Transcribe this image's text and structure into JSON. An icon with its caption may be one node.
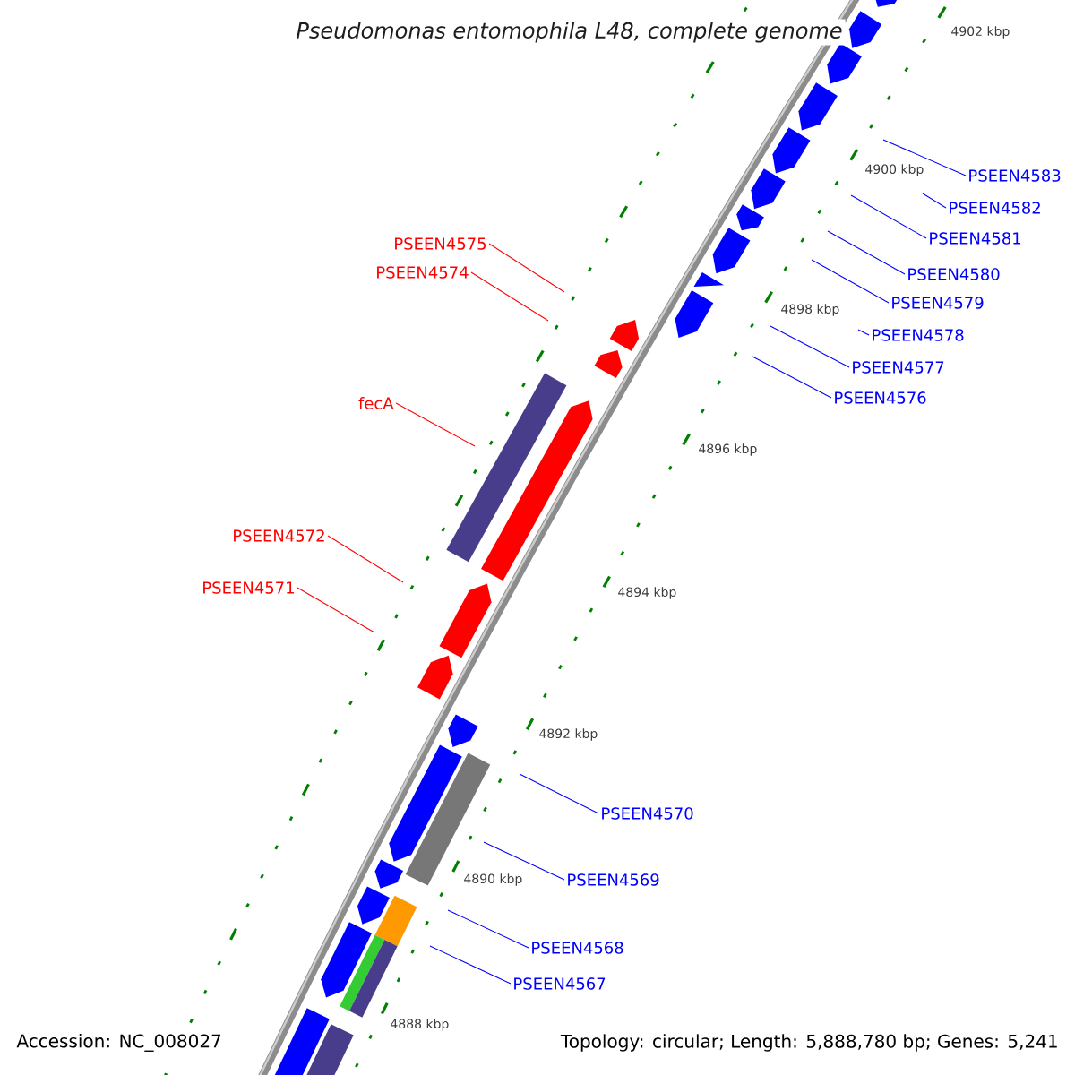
{
  "diagram": {
    "title": "Pseudomonas entomophila L48, complete genome",
    "nodes": [
      {
        "text": [
          "PSEEN4583"
        ]
      },
      {
        "text": [
          "PSEEN4582"
        ]
      },
      {
        "text": [
          "PSEEN4581"
        ]
      },
      {
        "text": [
          "PSEEN4575"
        ]
      },
      {
        "text": [
          "PSEEN4574"
        ]
      },
      {
        "text": [
          "PSEEN4580"
        ]
      },
      {
        "text": [
          "PSEEN4579"
        ]
      },
      {
        "text": [
          "PSEEN4578"
        ]
      },
      {
        "text": [
          "PSEEN4577"
        ]
      },
      {
        "text": [
          "PSEEN4576"
        ]
      },
      {
        "text": [
          "fecA"
        ]
      },
      {
        "text": [
          "PSEEN4572"
        ]
      },
      {
        "text": [
          "PSEEN4571"
        ]
      },
      {
        "text": [
          "PSEEN4570"
        ]
      },
      {
        "text": [
          "PSEEN4569"
        ]
      },
      {
        "text": [
          "PSEEN4568"
        ]
      },
      {
        "text": [
          "PSEEN4567"
        ]
      }
    ],
    "edges": [
      {
        "from": 0,
        "to": null,
        "arrow": "none"
      },
      {
        "from": 1,
        "to": null,
        "arrow": "none"
      },
      {
        "from": 2,
        "to": null,
        "arrow": "none"
      },
      {
        "from": 3,
        "to": null,
        "arrow": "none",
        "color": "#ff0000"
      },
      {
        "from": 4,
        "to": null,
        "arrow": "none",
        "color": "#ff0000"
      },
      {
        "from": 5,
        "to": null,
        "arrow": "none"
      },
      {
        "from": 6,
        "to": null,
        "arrow": "none"
      },
      {
        "from": 7,
        "to": null,
        "arrow": "none"
      },
      {
        "from": 8,
        "to": null,
        "arrow": "none"
      },
      {
        "from": 9,
        "to": null,
        "arrow": "none"
      },
      {
        "from": 10,
        "to": null,
        "arrow": "none",
        "color": "#ff0000"
      },
      {
        "from": 11,
        "to": null,
        "arrow": "none",
        "color": "#ff0000"
      },
      {
        "from": 12,
        "to": null,
        "arrow": "none",
        "color": "#ff0000"
      },
      {
        "from": 13,
        "to": null,
        "arrow": "none"
      },
      {
        "from": 14,
        "to": null,
        "arrow": "none"
      },
      {
        "from": 15,
        "to": null,
        "arrow": "none"
      },
      {
        "from": 16,
        "to": null,
        "arrow": "none"
      }
    ],
    "labels": [
      "4902 kbp",
      "4900 kbp",
      "4898 kbp",
      "4896 kbp",
      "4894 kbp",
      "4892 kbp",
      "4890 kbp",
      "4888 kbp",
      "Accession: NC_008027",
      "Topology: circular; Length: 5,888,780 bp; Genes: 5,241"
    ]
  }
}
